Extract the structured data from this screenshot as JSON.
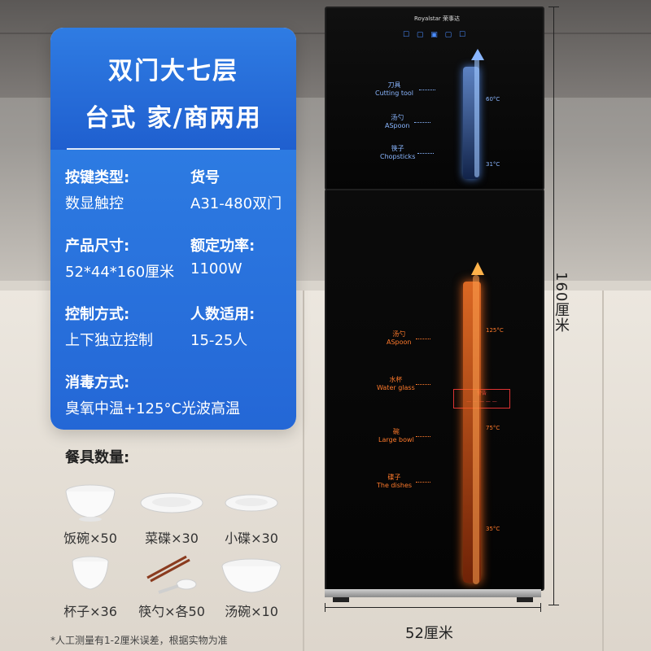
{
  "spec_card": {
    "title_line1": "双门大七层",
    "title_line2": "台式  家/商两用",
    "rows": [
      {
        "left_label": "按键类型:",
        "left_value": "数显触控",
        "right_label": "货号",
        "right_value": "A31-480双门"
      },
      {
        "left_label": "产品尺寸:",
        "left_value": "52*44*160厘米",
        "right_label": "额定功率:",
        "right_value": "1100W"
      },
      {
        "left_label": "控制方式:",
        "left_value": "上下独立控制",
        "right_label": "人数适用:",
        "right_value": "15-25人"
      },
      {
        "left_label": "消毒方式:",
        "left_value": "臭氧中温+125°C光波高温"
      }
    ]
  },
  "tableware": {
    "title": "餐具数量:",
    "items": [
      {
        "label": "饭碗×50",
        "icon": "rice-bowl-icon"
      },
      {
        "label": "菜碟×30",
        "icon": "dish-plate-icon"
      },
      {
        "label": "小碟×30",
        "icon": "small-plate-icon"
      },
      {
        "label": "杯子×36",
        "icon": "cup-icon"
      },
      {
        "label": "筷勺×各50",
        "icon": "chopsticks-spoon-icon"
      },
      {
        "label": "汤碗×10",
        "icon": "soup-bowl-icon"
      }
    ]
  },
  "note": "*人工测量有1-2厘米误差，根据实物为准",
  "cabinet": {
    "brand": "Royalstar 荣事达",
    "top_items": [
      {
        "cn": "刀具",
        "en": "Cutting tool"
      },
      {
        "cn": "汤勺",
        "en": "ASpoon"
      },
      {
        "cn": "筷子",
        "en": "Chopsticks"
      }
    ],
    "top_temps": [
      "60°C",
      "31°C"
    ],
    "bottom_items": [
      {
        "cn": "汤勺",
        "en": "ASpoon"
      },
      {
        "cn": "水杯",
        "en": "Water glass"
      },
      {
        "cn": "碗",
        "en": "Large bowl"
      },
      {
        "cn": "碟子",
        "en": "The dishes"
      }
    ],
    "bottom_temps": [
      "125°C",
      "75°C",
      "35°C"
    ],
    "warning": "警告"
  },
  "dimensions": {
    "height": "160厘米",
    "width": "52厘米"
  },
  "colors": {
    "card_blue": "#2a72e0",
    "glow_blue": "#4a8cff",
    "glow_orange": "#ff6a1a"
  }
}
